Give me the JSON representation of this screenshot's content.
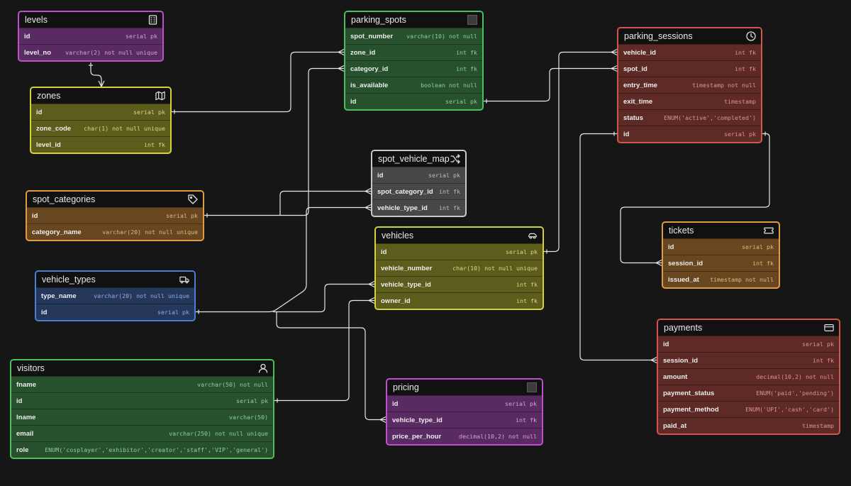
{
  "tables": [
    {
      "id": "levels",
      "name": "levels",
      "icon": "building-icon",
      "theme": {
        "border": "#c04fcf",
        "body": "#5a2a63",
        "text": "#e7b6f0"
      },
      "columns": [
        {
          "name": "id",
          "type": "serial",
          "constraint": "pk"
        },
        {
          "name": "level_no",
          "type": "varchar(2)",
          "constraint": "not null unique"
        }
      ]
    },
    {
      "id": "zones",
      "name": "zones",
      "icon": "map-icon",
      "theme": {
        "border": "#d4d43a",
        "body": "#5c5c1c",
        "text": "#eded8f"
      },
      "columns": [
        {
          "name": "id",
          "type": "serial",
          "constraint": "pk"
        },
        {
          "name": "zone_code",
          "type": "char(1)",
          "constraint": "not null unique"
        },
        {
          "name": "level_id",
          "type": "int",
          "constraint": "fk"
        }
      ]
    },
    {
      "id": "spot_categories",
      "name": "spot_categories",
      "icon": "tag-icon",
      "theme": {
        "border": "#e39a45",
        "body": "#684620",
        "text": "#f5c992"
      },
      "columns": [
        {
          "name": "id",
          "type": "serial",
          "constraint": "pk"
        },
        {
          "name": "category_name",
          "type": "varchar(20)",
          "constraint": "not null unique"
        }
      ]
    },
    {
      "id": "vehicle_types",
      "name": "vehicle_types",
      "icon": "truck-icon",
      "theme": {
        "border": "#4a7fd1",
        "body": "#25385c",
        "text": "#9dc1f5"
      },
      "columns": [
        {
          "name": "type_name",
          "type": "varchar(20)",
          "constraint": "not null unique"
        },
        {
          "name": "id",
          "type": "serial",
          "constraint": "pk"
        }
      ]
    },
    {
      "id": "visitors",
      "name": "visitors",
      "icon": "user-icon",
      "theme": {
        "border": "#4cbf5f",
        "body": "#27502d",
        "text": "#9be3a8"
      },
      "columns": [
        {
          "name": "fname",
          "type": "varchar(50)",
          "constraint": "not null"
        },
        {
          "name": "id",
          "type": "serial",
          "constraint": "pk"
        },
        {
          "name": "lname",
          "type": "varchar(50)",
          "constraint": ""
        },
        {
          "name": "email",
          "type": "varchar(250)",
          "constraint": "not null unique"
        },
        {
          "name": "role",
          "type": "ENUM('cosplayer','exhibitor','creator','staff','VIP','general')",
          "constraint": ""
        }
      ]
    },
    {
      "id": "parking_spots",
      "name": "parking_spots",
      "icon": "square-icon",
      "theme": {
        "border": "#4cbf5f",
        "body": "#27502d",
        "text": "#9be3a8"
      },
      "columns": [
        {
          "name": "spot_number",
          "type": "varchar(10)",
          "constraint": "not null"
        },
        {
          "name": "zone_id",
          "type": "int",
          "constraint": "fk"
        },
        {
          "name": "category_id",
          "type": "int",
          "constraint": "fk"
        },
        {
          "name": "is_available",
          "type": "boolean",
          "constraint": "not null"
        },
        {
          "name": "id",
          "type": "serial",
          "constraint": "pk"
        }
      ]
    },
    {
      "id": "spot_vehicle_map",
      "name": "spot_vehicle_map",
      "icon": "shuffle-icon",
      "theme": {
        "border": "#c9c9c9",
        "body": "#474747",
        "text": "#cfcfcf"
      },
      "columns": [
        {
          "name": "id",
          "type": "serial",
          "constraint": "pk"
        },
        {
          "name": "spot_category_id",
          "type": "int",
          "constraint": "fk"
        },
        {
          "name": "vehicle_type_id",
          "type": "int",
          "constraint": "fk"
        }
      ]
    },
    {
      "id": "vehicles",
      "name": "vehicles",
      "icon": "car-icon",
      "theme": {
        "border": "#d4d43a",
        "body": "#5c5c1c",
        "text": "#eded8f"
      },
      "columns": [
        {
          "name": "id",
          "type": "serial",
          "constraint": "pk"
        },
        {
          "name": "vehicle_number",
          "type": "char(10)",
          "constraint": "not null unique"
        },
        {
          "name": "vehicle_type_id",
          "type": "int",
          "constraint": "fk"
        },
        {
          "name": "owner_id",
          "type": "int",
          "constraint": "fk"
        }
      ]
    },
    {
      "id": "pricing",
      "name": "pricing",
      "icon": "square-icon",
      "theme": {
        "border": "#c04fcf",
        "body": "#5a2a63",
        "text": "#e7b6f0"
      },
      "columns": [
        {
          "name": "id",
          "type": "serial",
          "constraint": "pk"
        },
        {
          "name": "vehicle_type_id",
          "type": "int",
          "constraint": "fk"
        },
        {
          "name": "price_per_hour",
          "type": "decimal(10,2)",
          "constraint": "not null"
        }
      ]
    },
    {
      "id": "parking_sessions",
      "name": "parking_sessions",
      "icon": "clock-icon",
      "theme": {
        "border": "#d4554b",
        "body": "#5e2a26",
        "text": "#f1a49c"
      },
      "columns": [
        {
          "name": "vehicle_id",
          "type": "int",
          "constraint": "fk"
        },
        {
          "name": "spot_id",
          "type": "int",
          "constraint": "fk"
        },
        {
          "name": "entry_time",
          "type": "timestamp",
          "constraint": "not null"
        },
        {
          "name": "exit_time",
          "type": "timestamp",
          "constraint": ""
        },
        {
          "name": "status",
          "type": "ENUM('active','completed')",
          "constraint": ""
        },
        {
          "name": "id",
          "type": "serial",
          "constraint": "pk"
        }
      ]
    },
    {
      "id": "tickets",
      "name": "tickets",
      "icon": "ticket-icon",
      "theme": {
        "border": "#e39a45",
        "body": "#684620",
        "text": "#f5c992"
      },
      "columns": [
        {
          "name": "id",
          "type": "serial",
          "constraint": "pk"
        },
        {
          "name": "session_id",
          "type": "int",
          "constraint": "fk"
        },
        {
          "name": "issued_at",
          "type": "timestamp",
          "constraint": "not null"
        }
      ]
    },
    {
      "id": "payments",
      "name": "payments",
      "icon": "card-icon",
      "theme": {
        "border": "#d4554b",
        "body": "#5e2a26",
        "text": "#f1a49c"
      },
      "columns": [
        {
          "name": "id",
          "type": "serial",
          "constraint": "pk"
        },
        {
          "name": "session_id",
          "type": "int",
          "constraint": "fk"
        },
        {
          "name": "amount",
          "type": "decimal(10,2)",
          "constraint": "not null"
        },
        {
          "name": "payment_status",
          "type": "ENUM('paid','pending')",
          "constraint": ""
        },
        {
          "name": "payment_method",
          "type": "ENUM('UPI','cash','card')",
          "constraint": ""
        },
        {
          "name": "paid_at",
          "type": "timestamp",
          "constraint": ""
        }
      ]
    }
  ],
  "relations": [
    {
      "from": "zones.level_id",
      "to": "levels.id"
    },
    {
      "from": "parking_spots.zone_id",
      "to": "zones.id"
    },
    {
      "from": "parking_spots.category_id",
      "to": "spot_categories.id"
    },
    {
      "from": "spot_vehicle_map.spot_category_id",
      "to": "spot_categories.id"
    },
    {
      "from": "spot_vehicle_map.vehicle_type_id",
      "to": "vehicle_types.id"
    },
    {
      "from": "vehicles.vehicle_type_id",
      "to": "vehicle_types.id"
    },
    {
      "from": "vehicles.owner_id",
      "to": "visitors.id"
    },
    {
      "from": "pricing.vehicle_type_id",
      "to": "vehicle_types.id"
    },
    {
      "from": "parking_sessions.vehicle_id",
      "to": "vehicles.id"
    },
    {
      "from": "parking_sessions.spot_id",
      "to": "parking_spots.id"
    },
    {
      "from": "tickets.session_id",
      "to": "parking_sessions.id"
    },
    {
      "from": "payments.session_id",
      "to": "parking_sessions.id"
    }
  ]
}
